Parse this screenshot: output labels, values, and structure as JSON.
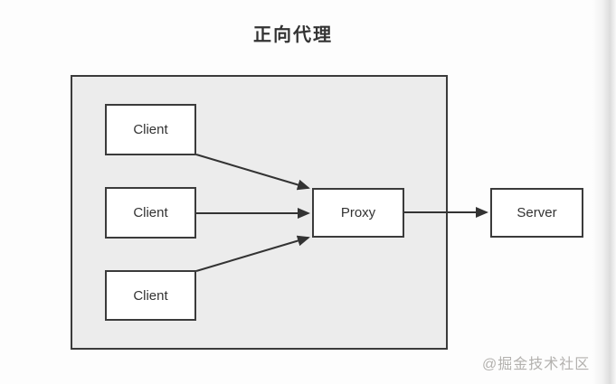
{
  "page": {
    "title": "正向代理",
    "watermark": "@掘金技术社区"
  },
  "diagram": {
    "nodes": {
      "clients": [
        {
          "id": "client-1",
          "label": "Client"
        },
        {
          "id": "client-2",
          "label": "Client"
        },
        {
          "id": "client-3",
          "label": "Client"
        }
      ],
      "proxy": {
        "id": "proxy",
        "label": "Proxy"
      },
      "server": {
        "id": "server",
        "label": "Server"
      }
    },
    "edges": [
      {
        "from": "client-1",
        "to": "proxy",
        "arrow": true
      },
      {
        "from": "client-2",
        "to": "proxy",
        "arrow": true
      },
      {
        "from": "client-3",
        "to": "proxy",
        "arrow": true
      },
      {
        "from": "proxy",
        "to": "server",
        "arrow": true
      }
    ],
    "colors": {
      "border": "#3b3b3b",
      "arrow": "#333333",
      "box_fill": "#ffffff",
      "container_fill": "#ececec",
      "text": "#333333",
      "watermark": "#aba9a6",
      "background": "#fdfdfd"
    }
  }
}
